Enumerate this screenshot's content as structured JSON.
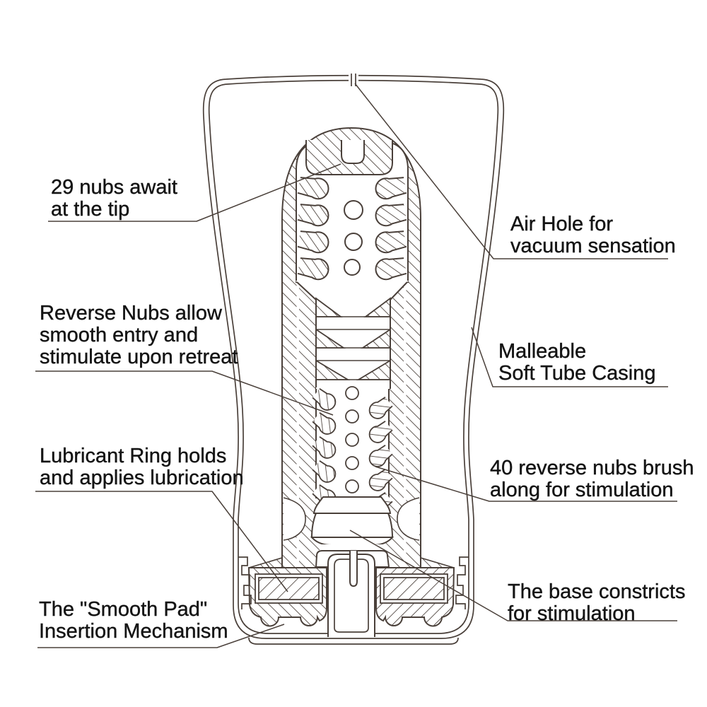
{
  "colors": {
    "line": "#4a403a",
    "text": "#141414",
    "background": "#ffffff"
  },
  "labels": [
    {
      "id": "nubs-tip",
      "side": "left",
      "lines": [
        "29 nubs await",
        "at the tip"
      ]
    },
    {
      "id": "air-hole",
      "side": "right",
      "lines": [
        "Air Hole for",
        "vacuum sensation"
      ]
    },
    {
      "id": "reverse-nubs",
      "side": "left",
      "lines": [
        "Reverse Nubs allow",
        "smooth entry and",
        "stimulate upon retreat"
      ]
    },
    {
      "id": "casing",
      "side": "right",
      "lines": [
        "Malleable",
        "Soft Tube Casing"
      ]
    },
    {
      "id": "lubricant-ring",
      "side": "left",
      "lines": [
        "Lubricant Ring holds",
        "and applies lubrication"
      ]
    },
    {
      "id": "forty-nubs",
      "side": "right",
      "lines": [
        "40 reverse nubs brush",
        "along for stimulation"
      ]
    },
    {
      "id": "smooth-pad",
      "side": "left",
      "lines": [
        "The \"Smooth Pad\"",
        "Insertion Mechanism"
      ]
    },
    {
      "id": "base",
      "side": "right",
      "lines": [
        "The base constricts",
        "for stimulation"
      ]
    }
  ]
}
